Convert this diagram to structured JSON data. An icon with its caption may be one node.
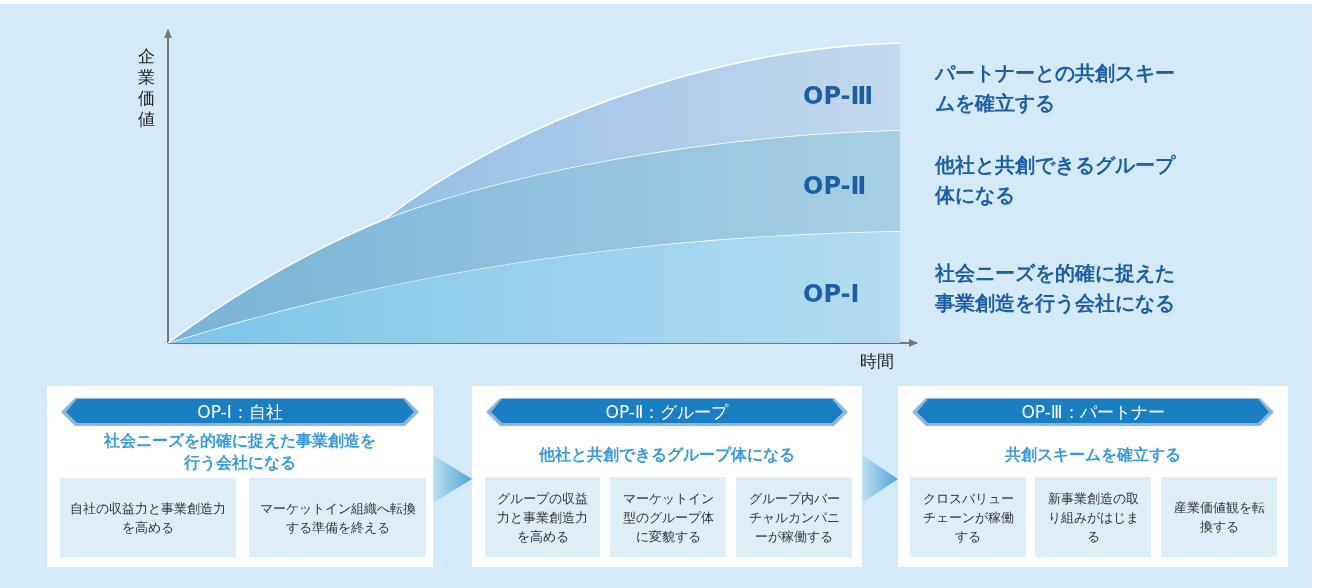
{
  "diagram": {
    "nodes": [
      {
        "text": [
          "OP-Ⅲ"
        ],
        "beside": [
          "パートナーとの共創スキームを確立する"
        ]
      },
      {
        "text": [
          "OP-Ⅱ"
        ],
        "beside": [
          "他社と共創できるグループ体になる"
        ]
      },
      {
        "text": [
          "OP-Ⅰ"
        ],
        "beside": [
          "社会ニーズを的確に捉えた事業創造を行う会社になる"
        ]
      },
      {
        "text": [
          "社会ニーズを的確に捉えた事業創造を行う会社になる"
        ]
      },
      {
        "text": [
          "OP-Ⅰ：自社"
        ],
        "in": 3
      },
      {
        "text": [
          "自社の収益力と事業創造力を高める"
        ],
        "in": 3
      },
      {
        "text": [
          "マーケットイン組織へ転換する準備を終える"
        ],
        "in": 3
      },
      {
        "text": [
          "他社と共創できるグループ体になる"
        ]
      },
      {
        "text": [
          "OP-Ⅱ：グループ"
        ],
        "in": 7
      },
      {
        "text": [
          "グループの収益力と事業創造力を高める"
        ],
        "in": 7
      },
      {
        "text": [
          "マーケットイン型のグループ体に変貌する"
        ],
        "in": 7
      },
      {
        "text": [
          "グループ内バーチャルカンパニーが稼働する"
        ],
        "in": 7
      },
      {
        "text": [
          "共創スキームを確立する"
        ]
      },
      {
        "text": [
          "OP-Ⅲ：パートナー"
        ],
        "in": 12
      },
      {
        "text": [
          "クロスバリューチェーンが稼働する"
        ],
        "in": 12
      },
      {
        "text": [
          "新事業創造の取り組みがはじまる"
        ],
        "in": 12
      },
      {
        "text": [
          "産業価値観を転換する"
        ],
        "in": 12
      }
    ],
    "edges": [
      {
        "from": 3,
        "to": 7,
        "arrow": "to"
      },
      {
        "from": 7,
        "to": 12,
        "arrow": "to"
      }
    ],
    "labels": [
      "企業価値",
      "時間"
    ]
  }
}
